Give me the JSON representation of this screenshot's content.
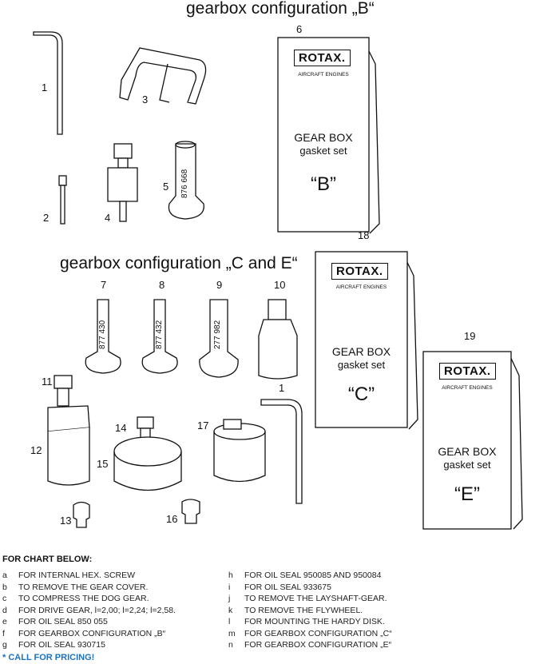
{
  "titles": {
    "config_b": "gearbox configuration „B“",
    "config_ce": "gearbox configuration „C and E“"
  },
  "part_numbers": {
    "p1a": "1",
    "p2": "2",
    "p3": "3",
    "p4": "4",
    "p5": "5",
    "p6": "6",
    "p7": "7",
    "p8": "8",
    "p9": "9",
    "p10": "10",
    "p1b": "1",
    "p11": "11",
    "p12": "12",
    "p13": "13",
    "p14": "14",
    "p15": "15",
    "p16": "16",
    "p17": "17",
    "p18": "18",
    "p19": "19"
  },
  "tool_markings": {
    "p5": "876 668",
    "p7": "877 430",
    "p8": "877 432",
    "p9": "277 982"
  },
  "booklets": [
    {
      "logo": "ROTAX.",
      "sub": "AIRCRAFT ENGINES",
      "line1": "GEAR BOX",
      "line2": "gasket set",
      "config": "“B”"
    },
    {
      "logo": "ROTAX.",
      "sub": "AIRCRAFT ENGINES",
      "line1": "GEAR BOX",
      "line2": "gasket set",
      "config": "“C”"
    },
    {
      "logo": "ROTAX.",
      "sub": "AIRCRAFT ENGINES",
      "line1": "GEAR BOX",
      "line2": "gasket set",
      "config": "“E”"
    }
  ],
  "legend": {
    "header": "FOR CHART BELOW:",
    "left": [
      {
        "key": "a",
        "text": "FOR INTERNAL HEX. SCREW"
      },
      {
        "key": "b",
        "text": "TO REMOVE THE GEAR COVER."
      },
      {
        "key": "c",
        "text": "TO COMPRESS THE DOG GEAR."
      },
      {
        "key": "d",
        "text": "FOR DRIVE GEAR, l=2,00; l=2,24; l=2,58."
      },
      {
        "key": "e",
        "text": "FOR OIL SEAL 850 055"
      },
      {
        "key": "f",
        "text": "FOR GEARBOX CONFIGURATION „B“"
      },
      {
        "key": "g",
        "text": "FOR OIL SEAL 930715"
      }
    ],
    "right": [
      {
        "key": "h",
        "text": "FOR OIL SEAL 950085 AND 950084"
      },
      {
        "key": "i",
        "text": "FOR OIL SEAL 933675"
      },
      {
        "key": "j",
        "text": "TO REMOVE THE LAYSHAFT-GEAR."
      },
      {
        "key": "k",
        "text": "TO REMOVE THE FLYWHEEL."
      },
      {
        "key": "l",
        "text": "FOR MOUNTING THE HARDY DISK."
      },
      {
        "key": "m",
        "text": "FOR GEARBOX CONFIGURATION „C“"
      },
      {
        "key": "n",
        "text": "FOR GEARBOX CONFIGURATION „E“"
      }
    ],
    "call": "* CALL FOR PRICING!"
  },
  "colors": {
    "accent": "#1a72c0"
  }
}
